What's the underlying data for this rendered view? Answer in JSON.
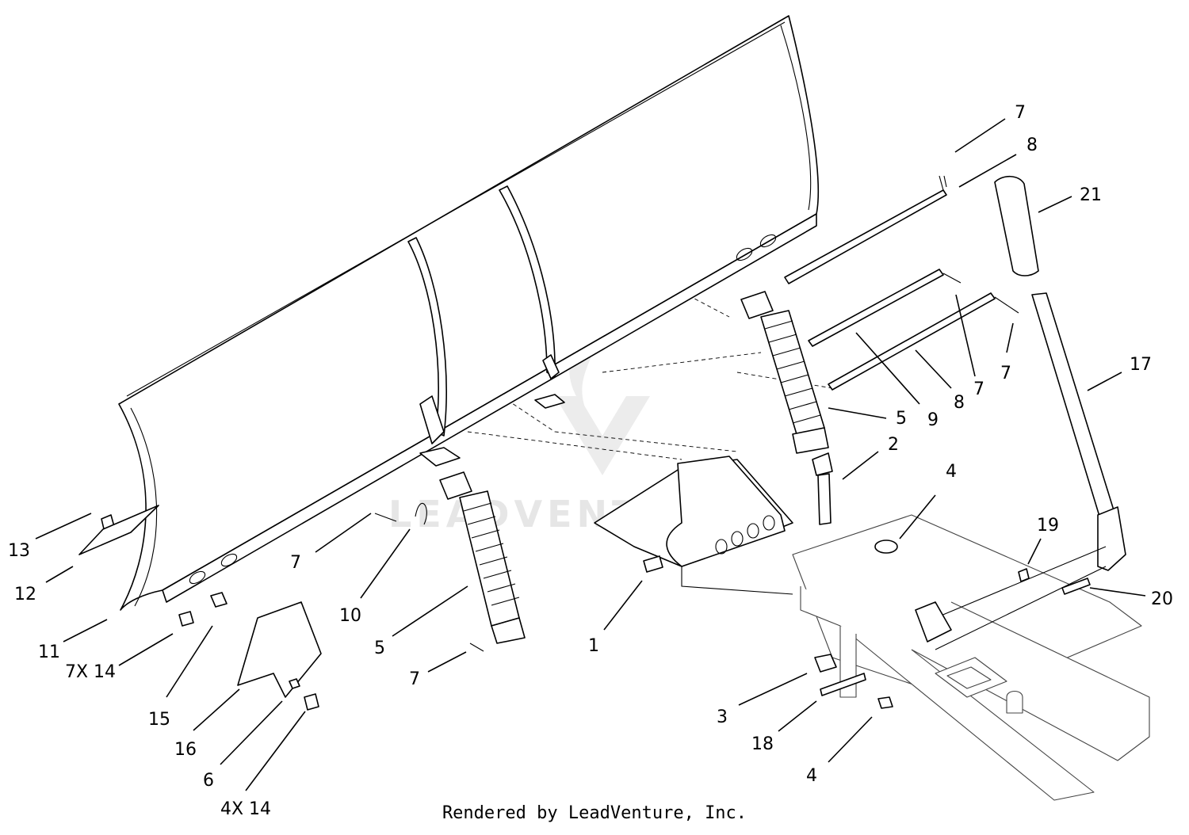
{
  "watermark": "LEADVENTURE",
  "footer": {
    "credit": "Rendered by LeadVenture, Inc."
  },
  "callouts": [
    {
      "id": "c-7-a",
      "label": "7"
    },
    {
      "id": "c-8-a",
      "label": "8"
    },
    {
      "id": "c-21",
      "label": "21"
    },
    {
      "id": "c-17",
      "label": "17"
    },
    {
      "id": "c-7-b",
      "label": "7"
    },
    {
      "id": "c-7-c",
      "label": "7"
    },
    {
      "id": "c-8-b",
      "label": "8"
    },
    {
      "id": "c-9",
      "label": "9"
    },
    {
      "id": "c-5-a",
      "label": "5"
    },
    {
      "id": "c-2",
      "label": "2"
    },
    {
      "id": "c-4-a",
      "label": "4"
    },
    {
      "id": "c-19",
      "label": "19"
    },
    {
      "id": "c-20",
      "label": "20"
    },
    {
      "id": "c-13",
      "label": "13"
    },
    {
      "id": "c-12",
      "label": "12"
    },
    {
      "id": "c-11",
      "label": "11"
    },
    {
      "id": "c-7x14",
      "label": "7X 14"
    },
    {
      "id": "c-15",
      "label": "15"
    },
    {
      "id": "c-16",
      "label": "16"
    },
    {
      "id": "c-6",
      "label": "6"
    },
    {
      "id": "c-4x14",
      "label": "4X 14"
    },
    {
      "id": "c-7-d",
      "label": "7"
    },
    {
      "id": "c-10",
      "label": "10"
    },
    {
      "id": "c-5-b",
      "label": "5"
    },
    {
      "id": "c-7-e",
      "label": "7"
    },
    {
      "id": "c-1",
      "label": "1"
    },
    {
      "id": "c-3",
      "label": "3"
    },
    {
      "id": "c-18",
      "label": "18"
    },
    {
      "id": "c-4-b",
      "label": "4"
    }
  ]
}
